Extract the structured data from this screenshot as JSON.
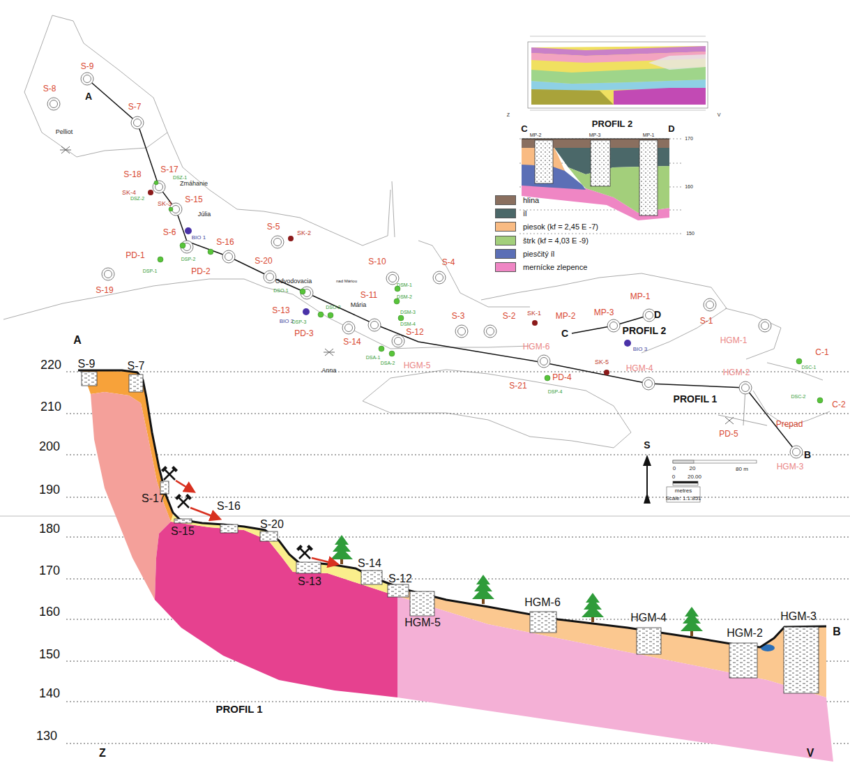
{
  "diagram": {
    "labels": [
      "S-9",
      "A",
      "S-8",
      "S-7",
      "Pelliot",
      "S-18",
      "S-17",
      "DSZ-1",
      "Zmáhanie",
      "SK-4",
      "DSZ-2",
      "SK-3",
      "S-15",
      "Júlia",
      "S-6",
      "BIO 1",
      "S-16",
      "DSP-2",
      "PD-1",
      "DSP-1",
      "PD-2",
      "S-19",
      "S-5",
      "SK-2",
      "S-20",
      "Odvodovacia",
      "DSO-1",
      "nad Máriou",
      "S-10",
      "DSM-1",
      "S-11",
      "DSM-2",
      "Mária",
      "DSO-2",
      "S-13",
      "BIO 2",
      "DSP-3",
      "PD-3",
      "DSM-3",
      "DSM-4",
      "S-12",
      "S-4",
      "S-3",
      "S-14",
      "Anna",
      "DSA-1",
      "DSA-2",
      "HGM-5",
      "S-2",
      "SK-1",
      "MP-2",
      "MP-3",
      "MP-1",
      "D",
      "C",
      "PROFIL 2",
      "S-1",
      "HGM-6",
      "BIO 3",
      "HGM-1",
      "SK-5",
      "HGM-4",
      "HGM-2",
      "S-21",
      "PD-4",
      "DSP-4",
      "PROFIL 1",
      "C-1",
      "DSC-1",
      "DSC-2",
      "C-2",
      "Prepad",
      "PD-5",
      "B",
      "HGM-3",
      "S",
      "0",
      "20",
      "80 m",
      "0",
      "20.00",
      "metres",
      "Scale: 1:1.851",
      "Z",
      "V",
      "C",
      "PROFIL 2",
      "D",
      "MP-2",
      "MP-3",
      "MP-1",
      "170",
      "160",
      "150",
      "A",
      "220",
      "210",
      "200",
      "190",
      "180",
      "170",
      "160",
      "150",
      "140",
      "130",
      "S-9",
      "S-7",
      "S-17",
      "S-15",
      "S-16",
      "S-20",
      "S-13",
      "S-14",
      "S-12",
      "HGM-5",
      "HGM-6",
      "HGM-4",
      "HGM-2",
      "HGM-3",
      "B",
      "PROFIL 1",
      "Z",
      "V"
    ],
    "legend": [
      {
        "text": "hlina",
        "color": "#8a6f5f"
      },
      {
        "text": "íl",
        "color": "#4b6869"
      },
      {
        "text": "piesok (kf = 2,45 E -7)",
        "color": "#f9bb83"
      },
      {
        "text": "štrk (kf = 4,03 E -9)",
        "color": "#a3cf7b"
      },
      {
        "text": "piesčitý íl",
        "color": "#5b6fb6"
      },
      {
        "text": "mernícke zlepence",
        "color": "#ef86c4"
      }
    ]
  }
}
